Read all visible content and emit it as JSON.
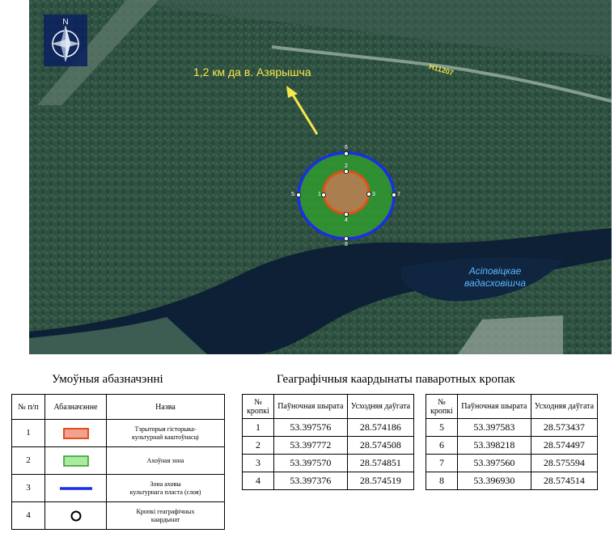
{
  "map": {
    "distance_label": "1,2 км да в. Азярышча",
    "road_label": "Н11207",
    "water_label_line1": "Асіповіцкае",
    "water_label_line2": "вадасховішча",
    "compass_label": "N",
    "point_labels": [
      "1",
      "2",
      "3",
      "4",
      "5",
      "6",
      "7",
      "8"
    ],
    "colors": {
      "historic_territory": "#d4785a",
      "protection_zone": "#4fc24a",
      "cultural_layer_zone": "#1a2ee8",
      "arrow": "#f5e84a",
      "water": "#0e2035"
    }
  },
  "legend": {
    "title": "Умоўныя абазначэнні",
    "headers": {
      "num": "№ п/п",
      "symbol": "Абазначэнне",
      "name": "Назва"
    },
    "rows": [
      {
        "num": "1",
        "symbol": "orange-fill-rect",
        "name_line1": "Тэрыторыя гісторыка-",
        "name_line2": "культурнай каштоўнасці"
      },
      {
        "num": "2",
        "symbol": "green-fill-rect",
        "name_line1": "Ахоўная зона",
        "name_line2": ""
      },
      {
        "num": "3",
        "symbol": "blue-line",
        "name_line1": "Зона аховы",
        "name_line2": "культурнага пласта (слоя)"
      },
      {
        "num": "4",
        "symbol": "black-circle",
        "name_line1": "Кропкі геаграфічных",
        "name_line2": "каардынат"
      }
    ]
  },
  "coordinates": {
    "title": "Геаграфічныя каардынаты паваротных кропак",
    "headers": {
      "num": "№ кропкі",
      "lat": "Паўночная шырата",
      "lon": "Усходняя даўгата"
    },
    "table1": [
      {
        "num": "1",
        "lat": "53.397576",
        "lon": "28.574186"
      },
      {
        "num": "2",
        "lat": "53.397772",
        "lon": "28.574508"
      },
      {
        "num": "3",
        "lat": "53.397570",
        "lon": "28.574851"
      },
      {
        "num": "4",
        "lat": "53.397376",
        "lon": "28.574519"
      }
    ],
    "table2": [
      {
        "num": "5",
        "lat": "53.397583",
        "lon": "28.573437"
      },
      {
        "num": "6",
        "lat": "53.398218",
        "lon": "28.574497"
      },
      {
        "num": "7",
        "lat": "53.397560",
        "lon": "28.575594"
      },
      {
        "num": "8",
        "lat": "53.396930",
        "lon": "28.574514"
      }
    ]
  }
}
